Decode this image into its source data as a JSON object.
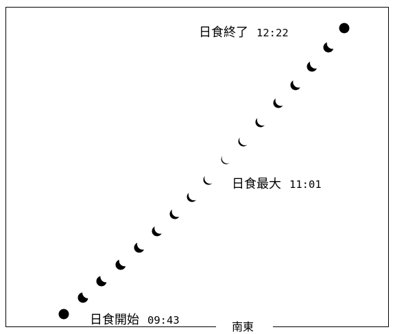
{
  "labels": {
    "end": {
      "name": "日食終了",
      "time": "12:22"
    },
    "max": {
      "name": "日食最大",
      "time": "11:01"
    },
    "start": {
      "name": "日食開始",
      "time": "09:43"
    }
  },
  "direction": "南東",
  "colors": {
    "sun": "#000000",
    "background": "#ffffff"
  }
}
